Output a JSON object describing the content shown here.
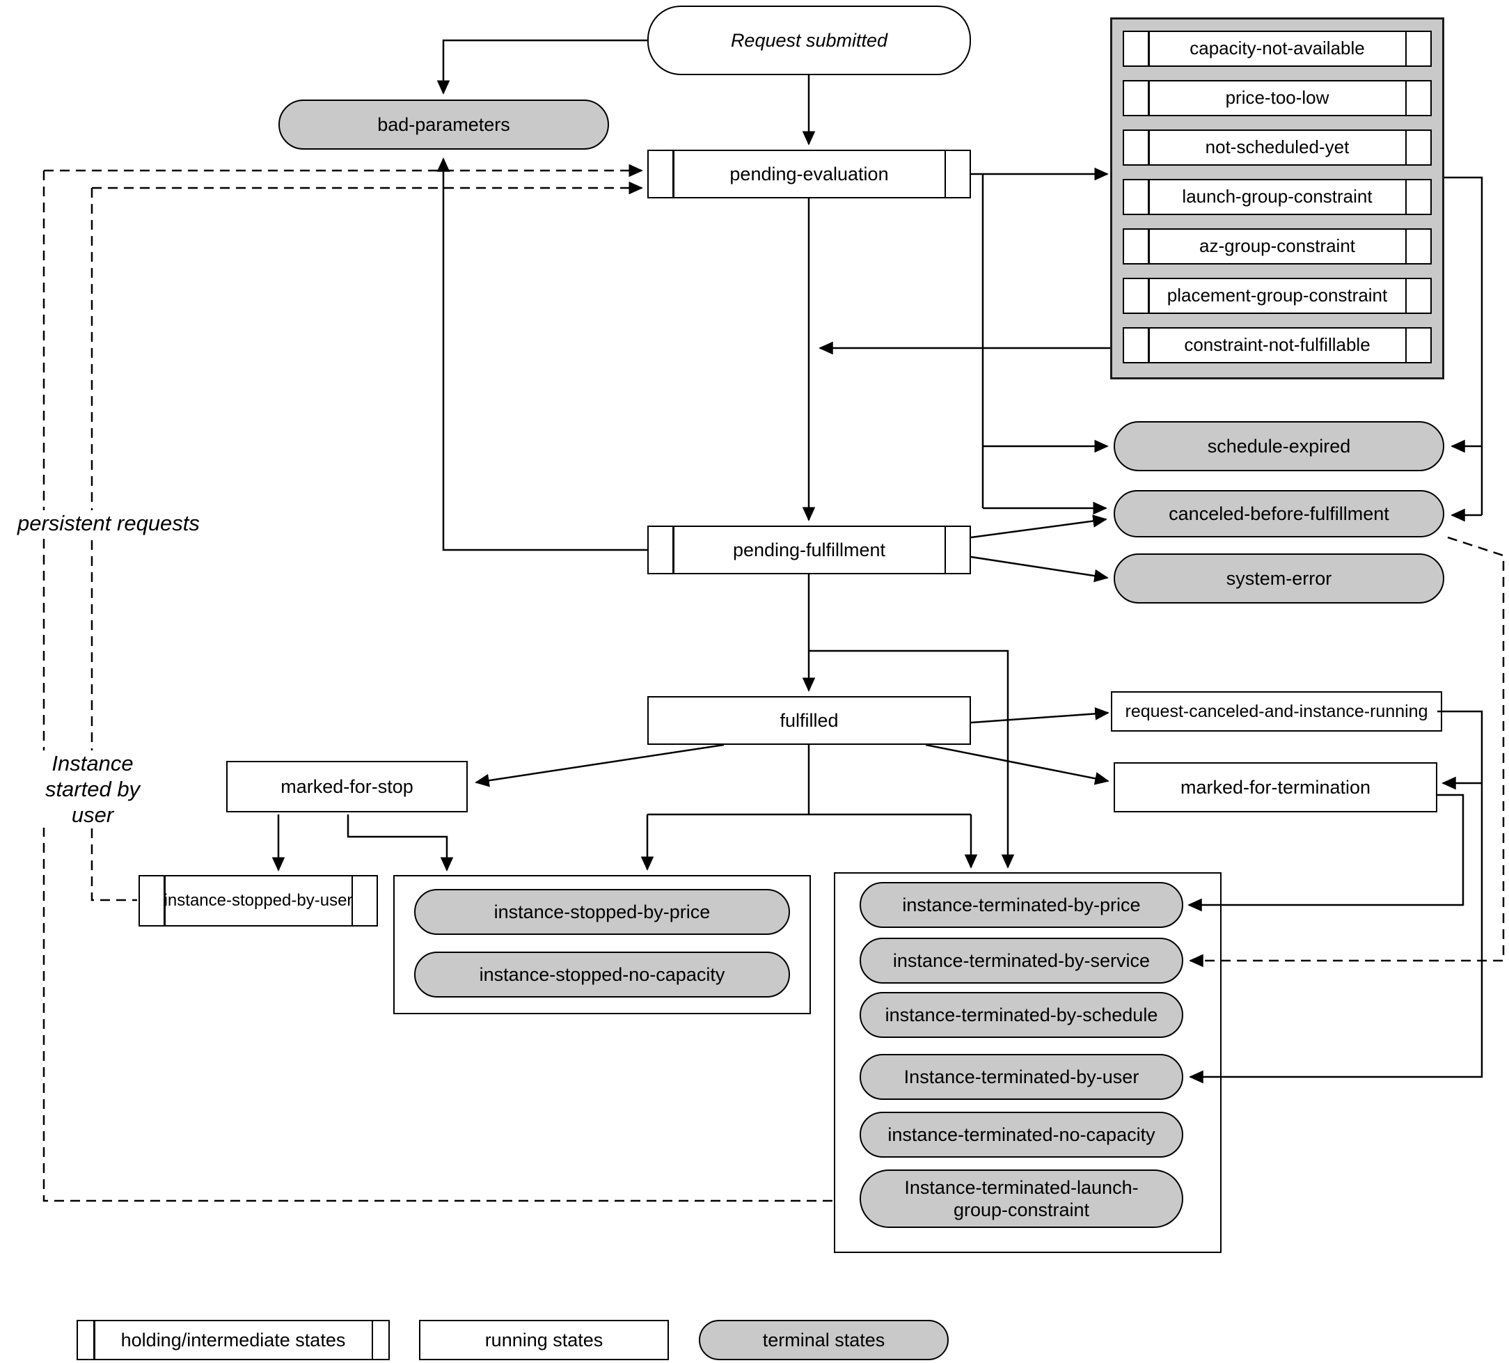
{
  "nodes": {
    "request_submitted": "Request submitted",
    "bad_parameters": "bad-parameters",
    "pending_evaluation": "pending-evaluation",
    "pending_fulfillment": "pending-fulfillment",
    "fulfilled": "fulfilled",
    "schedule_expired": "schedule-expired",
    "canceled_before_fulfillment": "canceled-before-fulfillment",
    "system_error": "system-error",
    "request_canceled_and_instance_running": "request-canceled-and-instance-running",
    "marked_for_termination": "marked-for-termination",
    "marked_for_stop": "marked-for-stop",
    "instance_stopped_by_user": "instance-stopped-by-user"
  },
  "constraint_states": [
    "capacity-not-available",
    "price-too-low",
    "not-scheduled-yet",
    "launch-group-constraint",
    "az-group-constraint",
    "placement-group-constraint",
    "constraint-not-fulfillable"
  ],
  "stopped_states": [
    "instance-stopped-by-price",
    "instance-stopped-no-capacity"
  ],
  "terminated_states": [
    "instance-terminated-by-price",
    "instance-terminated-by-service",
    "instance-terminated-by-schedule",
    "Instance-terminated-by-user",
    "instance-terminated-no-capacity",
    "Instance-terminated-launch-group-constraint"
  ],
  "annotations": {
    "persistent_requests": "persistent requests",
    "instance_started_by_user": "Instance started by user"
  },
  "legend": {
    "holding": "holding/intermediate states",
    "running": "running states",
    "terminal": "terminal states"
  },
  "colors": {
    "terminal_fill": "#c9c9c9",
    "container_fill": "#c9c9c9",
    "node_fill": "#ffffff",
    "line": "#000000"
  }
}
